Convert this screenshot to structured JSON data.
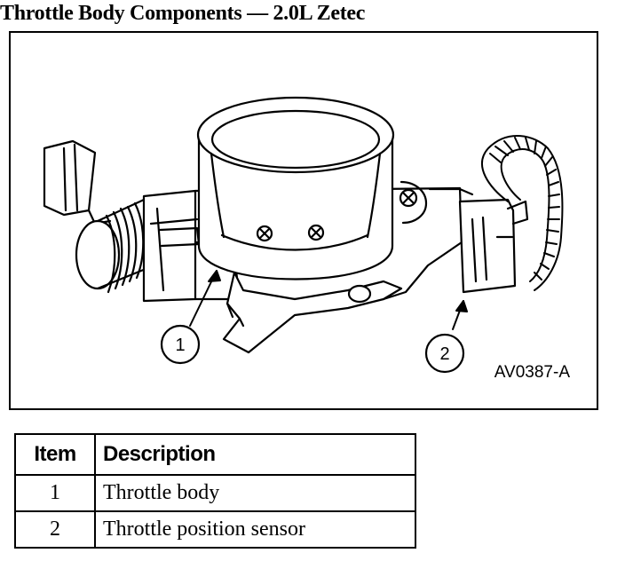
{
  "title": "Throttle Body Components — 2.0L Zetec",
  "figure": {
    "callouts": [
      "1",
      "2"
    ],
    "code": "AV0387-A"
  },
  "table": {
    "headers": [
      "Item",
      "Description"
    ],
    "rows": [
      {
        "item": "1",
        "description": "Throttle body"
      },
      {
        "item": "2",
        "description": "Throttle position sensor"
      }
    ]
  }
}
